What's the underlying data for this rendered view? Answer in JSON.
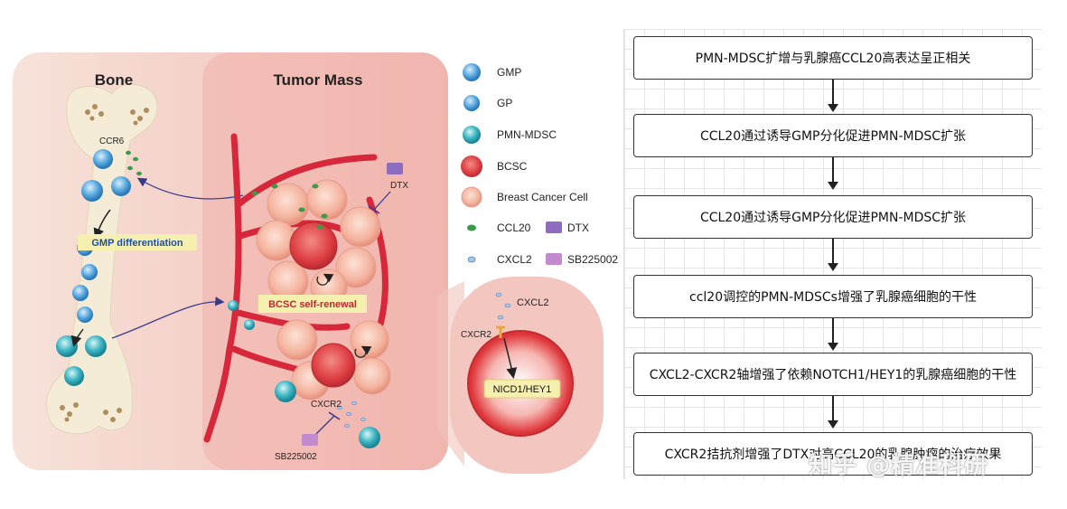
{
  "diagram": {
    "bone_title": "Bone",
    "tumor_title": "Tumor Mass",
    "labels": {
      "ccr6": "CCR6",
      "gmp_differentiation": "GMP differentiation",
      "bcsc_self_renewal": "BCSC self-renewal",
      "dtx": "DTX",
      "cxcr2": "CXCR2",
      "sb225002": "SB225002",
      "inset_cxcl2": "CXCL2",
      "inset_cxcr2": "CXCR2",
      "inset_nicd": "NICD1/HEY1"
    },
    "legend": [
      {
        "label": "GMP"
      },
      {
        "label": "GP"
      },
      {
        "label": "PMN-MDSC"
      },
      {
        "label": "BCSC"
      },
      {
        "label": "Breast Cancer Cell"
      },
      {
        "label": "CCL20"
      },
      {
        "label": "DTX"
      },
      {
        "label": "CXCL2"
      },
      {
        "label": "SB225002"
      }
    ],
    "colors": {
      "bone": "#f3ecd9",
      "tumor_bg": "#f4c6c0",
      "vessel": "#d8283a",
      "cancer_cell": "#f6b9a6",
      "bcsc": "#e2474b",
      "gmp": "#3d93cf",
      "pmn_mdsc": "#2aa3b1",
      "ccl20": "#3a9a4a",
      "dtx": "#8e6cc0",
      "sb225002": "#c48ad0"
    }
  },
  "flowchart": {
    "steps": [
      "PMN-MDSC扩增与乳腺癌CCL20高表达呈正相关",
      "CCL20通过诱导GMP分化促进PMN-MDSC扩张",
      "CCL20通过诱导GMP分化促进PMN-MDSC扩张",
      "ccl20调控的PMN-MDSCs增强了乳腺癌细胞的干性",
      "CXCL2-CXCR2轴增强了依赖NOTCH1/HEY1的乳腺癌细胞的干性",
      "CXCR2拮抗剂增强了DTX对高CCL20的乳腺肿瘤的治疗效果"
    ]
  },
  "watermark": "知乎 @精准科研"
}
